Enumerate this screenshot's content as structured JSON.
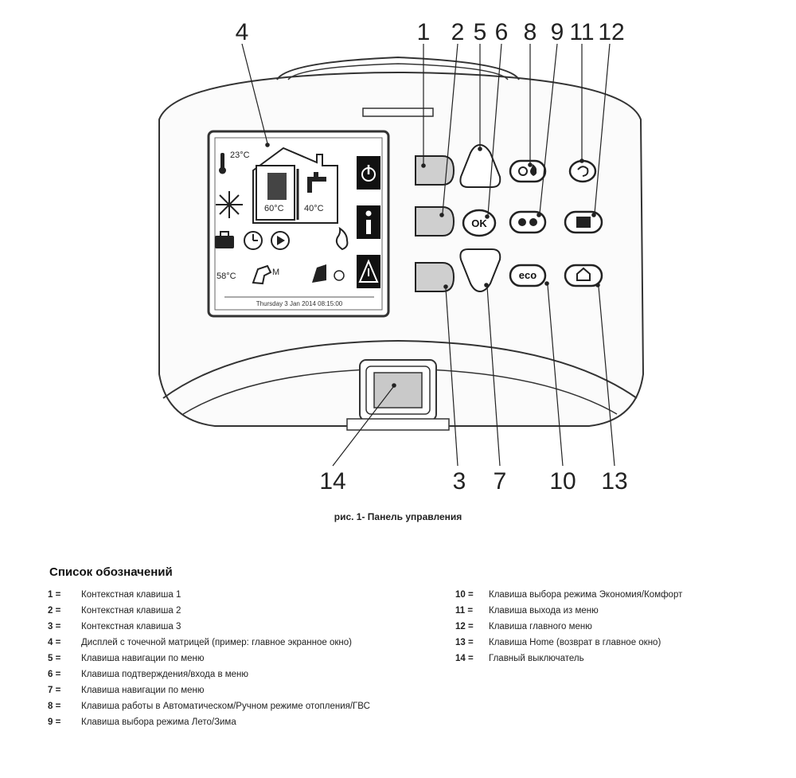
{
  "callouts": {
    "c1": "1",
    "c2": "2",
    "c3": "3",
    "c4": "4",
    "c5": "5",
    "c6": "6",
    "c7": "7",
    "c8": "8",
    "c9": "9",
    "c10": "10",
    "c11": "11",
    "c12": "12",
    "c13": "13",
    "c14": "14"
  },
  "display": {
    "room_temp": "23°C",
    "heating_temp": "60°C",
    "dhw_temp": "40°C",
    "outdoor_temp": "58°C",
    "date_line": "Thursday 3 Jan 2014 08:15:00"
  },
  "keys": {
    "ok": "OK",
    "eco": "eco"
  },
  "caption": "рис. 1- Панель управления",
  "legend": {
    "title": "Список обозначений",
    "left": [
      {
        "num": "1 =",
        "text": "Контекстная клавиша 1"
      },
      {
        "num": "2 =",
        "text": "Контекстная клавиша 2"
      },
      {
        "num": "3 =",
        "text": "Контекстная клавиша 3"
      },
      {
        "num": "4 =",
        "text": "Дисплей с точечной матрицей (пример: главное экранное окно)"
      },
      {
        "num": "5 =",
        "text": "Клавиша навигации по меню"
      },
      {
        "num": "6 =",
        "text": "Клавиша подтверждения/входа в меню"
      },
      {
        "num": "7 =",
        "text": "Клавиша навигации по меню"
      },
      {
        "num": "8 =",
        "text": "Клавиша работы в Автоматическом/Ручном режиме отопления/ГВС"
      },
      {
        "num": "9 =",
        "text": "Клавиша выбора режима Лето/Зима"
      }
    ],
    "right": [
      {
        "num": "10 =",
        "text": "Клавиша выбора режима Экономия/Комфорт"
      },
      {
        "num": "11 =",
        "text": "Клавиша выхода из меню"
      },
      {
        "num": "12 =",
        "text": "Клавиша главного меню"
      },
      {
        "num": "13 =",
        "text": "Клавиша Home (возврат в главное окно)"
      },
      {
        "num": "14 =",
        "text": "Главный выключатель"
      }
    ]
  }
}
